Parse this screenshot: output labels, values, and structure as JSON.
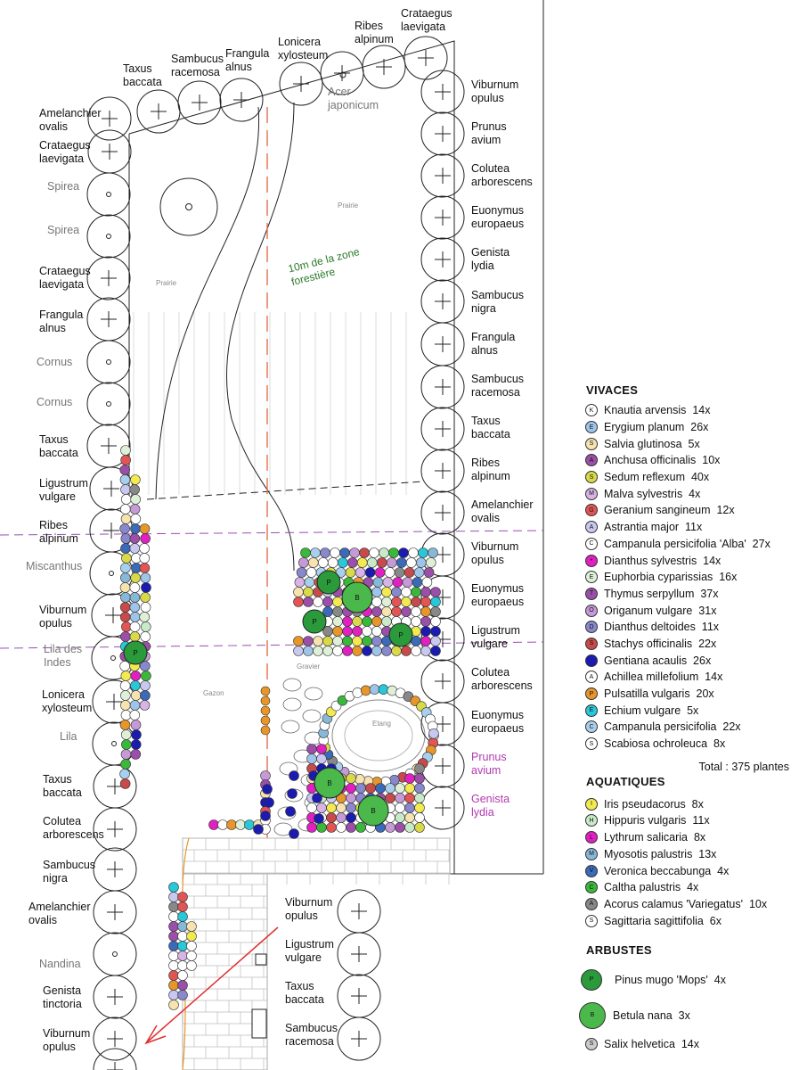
{
  "top_labels": [
    {
      "text": "Taxus\nbaccata"
    },
    {
      "text": "Sambucus\nracemosa"
    },
    {
      "text": "Frangula\nalnus"
    },
    {
      "text": "Lonicera\nxylosteum"
    },
    {
      "text": "Ribes\nalpinum"
    },
    {
      "text": "Crataegus\nlaevigata"
    }
  ],
  "left_labels": [
    "Amelanchier\novalis",
    "Crataegus\nlaevigata",
    "Spirea",
    "Spirea",
    "Crataegus\nlaevigata",
    "Frangula\nalnus",
    "Cornus",
    "Cornus",
    "Taxus\nbaccata",
    "Ligustrum\nvulgare",
    "Ribes\nalpinum",
    "Miscanthus",
    "Viburnum\nopulus",
    "Lila des\nIndes",
    "Lonicera\nxylosteum",
    "Lila",
    "Taxus\nbaccata",
    "Colutea\narborescens",
    "Sambucus\nnigra",
    "Amelanchier\novalis",
    "Nandina",
    "Genista\ntinctoria",
    "Viburnum\nopulus"
  ],
  "right_labels": [
    "Viburnum\nopulus",
    "Prunus\navium",
    "Colutea\narborescens",
    "Euonymus\neuropaeus",
    "Genista\nlydia",
    "Sambucus\nnigra",
    "Frangula\nalnus",
    "Sambucus\nracemosa",
    "Taxus\nbaccata",
    "Ribes\nalpinum",
    "Amelanchier\novalis",
    "Viburnum\nopulus",
    "Euonymus\neuropaeus",
    "Ligustrum\nvulgare",
    "Colutea\narborescens",
    "Euonymus\neuropaeus",
    "Prunus\navium",
    "Genista\nlydia"
  ],
  "bottom_right_labels": [
    "Viburnum\nopulus",
    "Ligustrum\nvulgare",
    "Taxus\nbaccata",
    "Sambucus\nracemosa"
  ],
  "center_labels": {
    "acer": "Acer\njaponicum",
    "prairie1": "Prairie",
    "prairie2": "Prairie",
    "zone_note": "10m de la zone\nforestière",
    "gravier": "Gravier",
    "gazon": "Gazon",
    "etang": "Etang"
  },
  "legend": {
    "vivaces_title": "VIVACES",
    "vivaces": [
      {
        "code": "K",
        "name": "Knautia arvensis",
        "qty": "14x",
        "color": "#ffffff"
      },
      {
        "code": "E",
        "name": "Erygium planum",
        "qty": "26x",
        "color": "#9ec4ea"
      },
      {
        "code": "S",
        "name": "Salvia glutinosa",
        "qty": "5x",
        "color": "#f7e3b0"
      },
      {
        "code": "A",
        "name": "Anchusa officinalis",
        "qty": "10x",
        "color": "#9b4fa8"
      },
      {
        "code": "S",
        "name": "Sedum reflexum",
        "qty": "40x",
        "color": "#d9d94a"
      },
      {
        "code": "M",
        "name": "Malva sylvestris",
        "qty": "4x",
        "color": "#d8b4e6"
      },
      {
        "code": "G",
        "name": "Geranium sangineum",
        "qty": "12x",
        "color": "#e25555"
      },
      {
        "code": "A",
        "name": "Astrantia major",
        "qty": "11x",
        "color": "#c8c8f0"
      },
      {
        "code": "C",
        "name": "Campanula persicifolia 'Alba'",
        "qty": "27x",
        "color": "#ffffff"
      },
      {
        "code": "•",
        "name": "Dianthus sylvestris",
        "qty": "14x",
        "color": "#e020c0"
      },
      {
        "code": "E",
        "name": "Euphorbia cyparissias",
        "qty": "16x",
        "color": "#dff0d8"
      },
      {
        "code": "T",
        "name": "Thymus serpyllum",
        "qty": "37x",
        "color": "#9b4fa8"
      },
      {
        "code": "O",
        "name": "Origanum vulgare",
        "qty": "31x",
        "color": "#c69ad6"
      },
      {
        "code": "D",
        "name": "Dianthus deltoides",
        "qty": "11x",
        "color": "#8888cc"
      },
      {
        "code": "S",
        "name": "Stachys officinalis",
        "qty": "22x",
        "color": "#c84a4a"
      },
      {
        "code": "",
        "name": "Gentiana acaulis",
        "qty": "26x",
        "color": "#1b1bb0"
      },
      {
        "code": "A",
        "name": "Achillea millefolium",
        "qty": "14x",
        "color": "#ffffff"
      },
      {
        "code": "P",
        "name": "Pulsatilla vulgaris",
        "qty": "20x",
        "color": "#e8962a"
      },
      {
        "code": "E",
        "name": "Echium vulgare",
        "qty": "5x",
        "color": "#28c8d8"
      },
      {
        "code": "C",
        "name": "Campanula persicifolia",
        "qty": "22x",
        "color": "#a8d0ee"
      },
      {
        "code": "S",
        "name": "Scabiosa ochroleuca",
        "qty": "8x",
        "color": "#ffffff"
      }
    ],
    "total": "Total : 375 plantes",
    "aquatiques_title": "AQUATIQUES",
    "aquatiques": [
      {
        "code": "I",
        "name": "Iris pseudacorus",
        "qty": "8x",
        "color": "#f2ea50"
      },
      {
        "code": "H",
        "name": "Hippuris vulgaris",
        "qty": "11x",
        "color": "#c8eac8"
      },
      {
        "code": "L",
        "name": "Lythrum salicaria",
        "qty": "8x",
        "color": "#e020c0"
      },
      {
        "code": "M",
        "name": "Myosotis palustris",
        "qty": "13x",
        "color": "#88b8d8"
      },
      {
        "code": "V",
        "name": "Veronica beccabunga",
        "qty": "4x",
        "color": "#3a6ab8"
      },
      {
        "code": "C",
        "name": "Caltha palustris",
        "qty": "4x",
        "color": "#3ab83a"
      },
      {
        "code": "A",
        "name": "Acorus calamus 'Variegatus'",
        "qty": "10x",
        "color": "#888888"
      },
      {
        "code": "S",
        "name": "Sagittaria sagittifolia",
        "qty": "6x",
        "color": "#ffffff"
      }
    ],
    "arbustes_title": "ARBUSTES",
    "arbustes": [
      {
        "code": "P",
        "name": "Pinus mugo 'Mops'",
        "qty": "4x",
        "color": "#2a9a3a",
        "size": "big"
      },
      {
        "code": "B",
        "name": "Betula nana",
        "qty": "3x",
        "color": "#4ab84a",
        "size": "bigger"
      },
      {
        "code": "S",
        "name": "Salix helvetica",
        "qty": "14x",
        "color": "#cccccc",
        "size": "small"
      }
    ]
  },
  "colors": {
    "line": "#222222",
    "zone_dash": "#e07050",
    "purple_dash": "#9a4fb0",
    "path_orange": "#e8962a"
  }
}
